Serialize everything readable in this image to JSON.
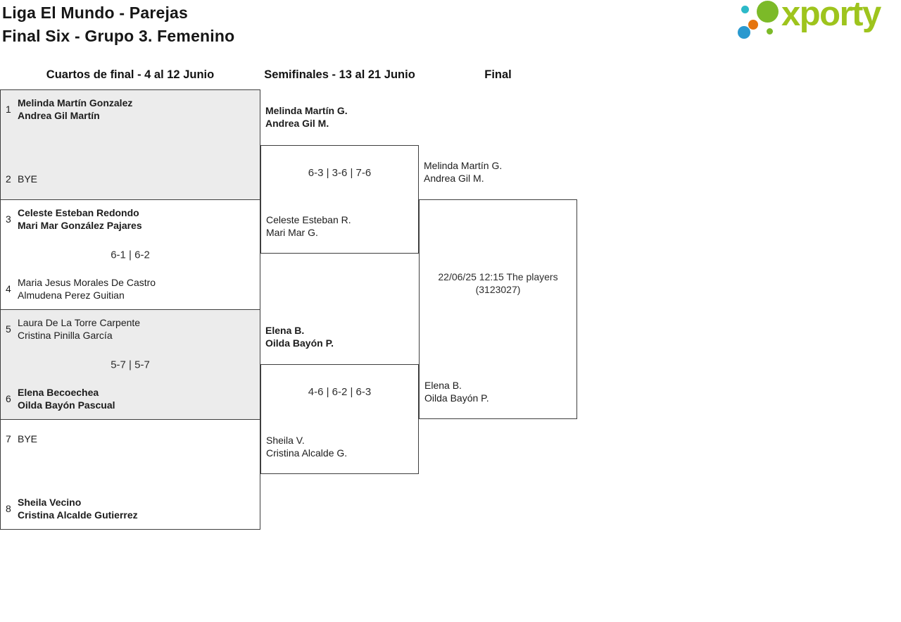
{
  "header": {
    "title_line1": "Liga El Mundo - Parejas",
    "title_line2": "Final Six - Grupo 3. Femenino"
  },
  "logo": {
    "text": "xporty",
    "brand_color": "#9ec41d",
    "dot_colors": {
      "teal": "#2cb9c8",
      "green": "#7cba28",
      "orange": "#e5740e",
      "blue": "#2a99cf"
    }
  },
  "rounds": {
    "quarterfinals_label": "Cuartos de final - 4 al 12 Junio",
    "semifinals_label": "Semifinales - 13 al 21 Junio",
    "final_label": "Final"
  },
  "bracket": {
    "quarterfinals": [
      {
        "top": {
          "seed": "1",
          "name1": "Melinda Martín Gonzalez",
          "name2": "Andrea Gil Martín"
        },
        "bottom": {
          "seed": "2",
          "name1": "BYE",
          "name2": ""
        },
        "score": ""
      },
      {
        "top": {
          "seed": "3",
          "name1": "Celeste Esteban Redondo",
          "name2": "Mari Mar González Pajares"
        },
        "bottom": {
          "seed": "4",
          "name1": "Maria Jesus Morales De Castro",
          "name2": "Almudena Perez Guitian"
        },
        "score": "6-1 | 6-2"
      },
      {
        "top": {
          "seed": "5",
          "name1": "Laura De La Torre Carpente",
          "name2": "Cristina Pinilla García"
        },
        "bottom": {
          "seed": "6",
          "name1": "Elena Becoechea",
          "name2": "Oilda Bayón Pascual"
        },
        "score": "5-7 | 5-7"
      },
      {
        "top": {
          "seed": "7",
          "name1": "BYE",
          "name2": ""
        },
        "bottom": {
          "seed": "8",
          "name1": "Sheila Vecino",
          "name2": "Cristina Alcalde Gutierrez"
        },
        "score": ""
      }
    ],
    "semifinals": [
      {
        "top": {
          "name1": "Melinda Martín G.",
          "name2": "Andrea Gil M."
        },
        "bottom": {
          "name1": "Celeste Esteban R.",
          "name2": "Mari Mar G."
        },
        "score": "6-3 | 3-6 | 7-6"
      },
      {
        "top": {
          "name1": "Elena B.",
          "name2": "Oilda Bayón P."
        },
        "bottom": {
          "name1": "Sheila V.",
          "name2": "Cristina Alcalde G."
        },
        "score": "4-6 | 6-2 | 6-3"
      }
    ],
    "final": {
      "top": {
        "name1": "Melinda Martín G.",
        "name2": "Andrea Gil M."
      },
      "bottom": {
        "name1": "Elena B.",
        "name2": "Oilda Bayón P."
      },
      "info_line1": "22/06/25 12:15 The players",
      "info_line2": "(3123027)"
    }
  }
}
